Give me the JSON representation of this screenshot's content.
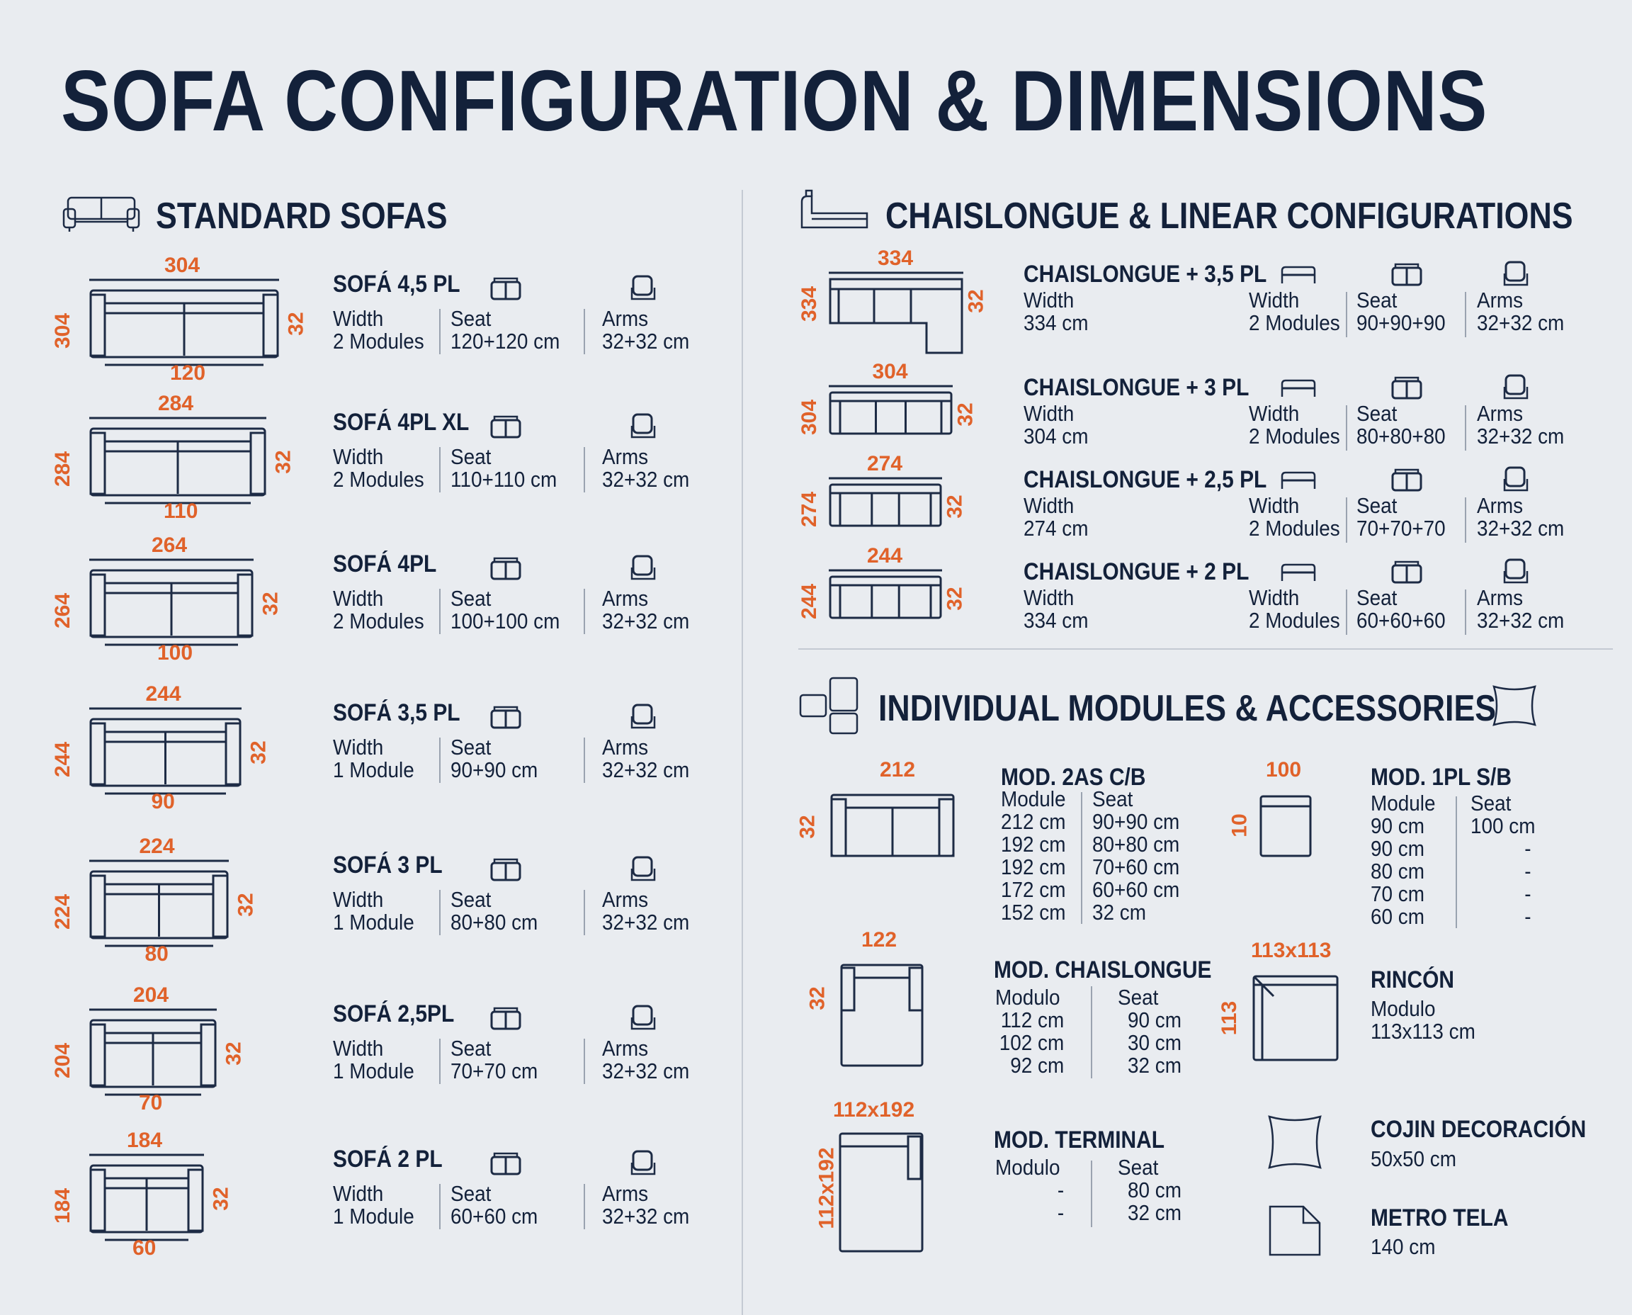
{
  "title": "SOFA CONFIGURATION & DIMENSIONS",
  "sections": {
    "standard": "STANDARD SOFAS",
    "chaislongue": "CHAISLONGUE & LINEAR CONFIGURATIONS",
    "modules": "INDIVIDUAL MODULES & ACCESSORIES"
  },
  "labels": {
    "width": "Width",
    "seat": "Seat",
    "arms": "Arms",
    "module": "Module",
    "modulo": "Modulo"
  },
  "standard_sofas": [
    {
      "name": "SOFÁ 4,5 PL",
      "top": "304",
      "left": "304",
      "right": "32",
      "bottom": "120",
      "modules": "2 Modules",
      "seat": "120+120 cm",
      "arms": "32+32 cm"
    },
    {
      "name": "SOFÁ 4PL XL",
      "top": "284",
      "left": "284",
      "right": "32",
      "bottom": "110",
      "modules": "2 Modules",
      "seat": "110+110 cm",
      "arms": "32+32 cm"
    },
    {
      "name": "SOFÁ 4PL",
      "top": "264",
      "left": "264",
      "right": "32",
      "bottom": "100",
      "modules": "2 Modules",
      "seat": "100+100 cm",
      "arms": "32+32 cm"
    },
    {
      "name": "SOFÁ 3,5 PL",
      "top": "244",
      "left": "244",
      "right": "32",
      "bottom": "90",
      "modules": "1 Module",
      "seat": "90+90 cm",
      "arms": "32+32 cm"
    },
    {
      "name": "SOFÁ 3 PL",
      "top": "224",
      "left": "224",
      "right": "32",
      "bottom": "80",
      "modules": "1 Module",
      "seat": "80+80 cm",
      "arms": "32+32 cm"
    },
    {
      "name": "SOFÁ 2,5PL",
      "top": "204",
      "left": "204",
      "right": "32",
      "bottom": "70",
      "modules": "1 Module",
      "seat": "70+70 cm",
      "arms": "32+32 cm"
    },
    {
      "name": "SOFÁ 2 PL",
      "top": "184",
      "left": "184",
      "right": "32",
      "bottom": "60",
      "modules": "1 Module",
      "seat": "60+60 cm",
      "arms": "32+32 cm"
    }
  ],
  "chaislongue": [
    {
      "name": "CHAISLONGUE + 3,5 PL",
      "top": "334",
      "left": "334",
      "right": "32",
      "width_val": "334 cm",
      "modules": "2 Modules",
      "seat": "90+90+90",
      "arms": "32+32 cm"
    },
    {
      "name": "CHAISLONGUE + 3 PL",
      "top": "304",
      "left": "304",
      "right": "32",
      "width_val": "304 cm",
      "modules": "2 Modules",
      "seat": "80+80+80",
      "arms": "32+32 cm"
    },
    {
      "name": "CHAISLONGUE + 2,5 PL",
      "top": "274",
      "left": "274",
      "right": "32",
      "width_val": "274 cm",
      "modules": "2 Modules",
      "seat": "70+70+70",
      "arms": "32+32 cm"
    },
    {
      "name": "CHAISLONGUE + 2 PL",
      "top": "244",
      "left": "244",
      "right": "32",
      "width_val": "334 cm",
      "modules": "2 Modules",
      "seat": "60+60+60",
      "arms": "32+32 cm"
    }
  ],
  "mod2as": {
    "name": "MOD. 2AS C/B",
    "top": "212",
    "left": "32",
    "modules": [
      "212 cm",
      "192 cm",
      "192 cm",
      "172 cm",
      "152 cm"
    ],
    "seats": [
      "90+90 cm",
      "80+80 cm",
      "70+60 cm",
      "60+60 cm",
      "32 cm"
    ]
  },
  "mod1pl": {
    "name": "MOD. 1PL S/B",
    "top": "100",
    "left": "10",
    "modules": [
      "90 cm",
      "90 cm",
      "80 cm",
      "70 cm",
      "60 cm"
    ],
    "seats": [
      "100 cm",
      "-",
      "-",
      "-",
      "-"
    ]
  },
  "modchais": {
    "name": "MOD. CHAISLONGUE",
    "top": "122",
    "left": "32",
    "modules": [
      "112 cm",
      "102 cm",
      "92 cm"
    ],
    "seats": [
      "90 cm",
      "30 cm",
      "32 cm"
    ]
  },
  "rincon": {
    "name": "RINCÓN",
    "top": "113x113",
    "left": "113",
    "value": "113x113 cm"
  },
  "terminal": {
    "name": "MOD. TERMINAL",
    "top": "112x192",
    "left": "112x192",
    "modules": [
      "-",
      "-"
    ],
    "seats": [
      "80 cm",
      "32 cm"
    ]
  },
  "cojin": {
    "name": "COJIN DECORACIÓN",
    "value": "50x50 cm"
  },
  "metro": {
    "name": "METRO TELA",
    "value": "140 cm"
  },
  "colors": {
    "text": "#13213a",
    "accent": "#e0622a",
    "background": "#e9ecf0"
  }
}
